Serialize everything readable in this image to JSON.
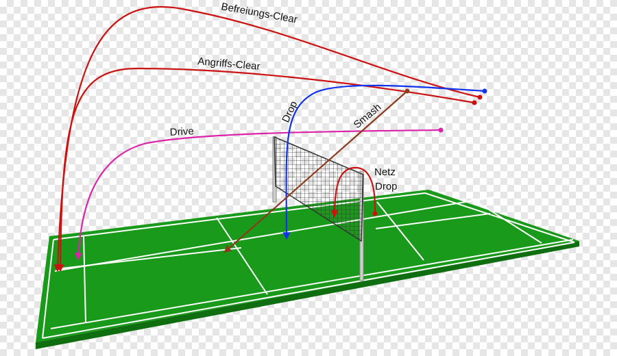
{
  "colors": {
    "court": "#1a9a1a",
    "court_side": "#0f6e0f",
    "lines": "#ffffff",
    "clear": "#cc1111",
    "drive": "#dd22aa",
    "drop": "#1133ee",
    "smash": "#8b3a1a",
    "net_drop": "#cc1111",
    "net_mesh": "#333333",
    "post": "#cfcfcf"
  },
  "labels": {
    "befreiungs_clear": "Befreiungs-Clear",
    "angriffs_clear": "Angriffs-Clear",
    "drive": "Drive",
    "drop": "Drop",
    "smash": "Smash",
    "netz": "Netz",
    "net_drop": "Drop"
  }
}
